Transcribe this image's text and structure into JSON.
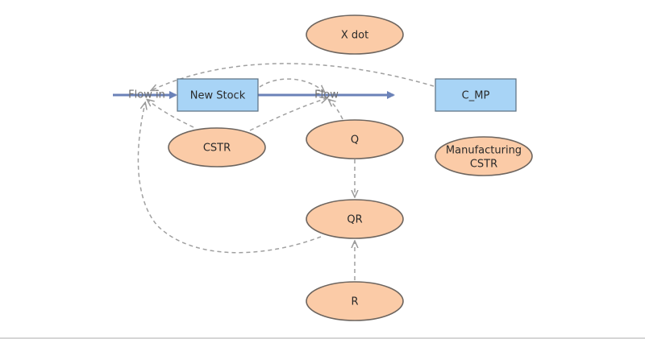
{
  "diagram": {
    "stocks": {
      "new_stock": "New Stock",
      "c_mp": "C_MP"
    },
    "flows": {
      "flow_in": "Flow in",
      "flow": "Flow"
    },
    "variables": {
      "x_dot": "X dot",
      "cstr": "CSTR",
      "q": "Q",
      "qr": "QR",
      "r": "R",
      "manufacturing_cstr_line1": "Manufacturing",
      "manufacturing_cstr_line2": "CSTR"
    }
  },
  "colors": {
    "stock_fill": "#a8d4f6",
    "aux_fill": "#fbcba7",
    "pipe": "#6b82b8",
    "connector": "#a0a0a0"
  }
}
